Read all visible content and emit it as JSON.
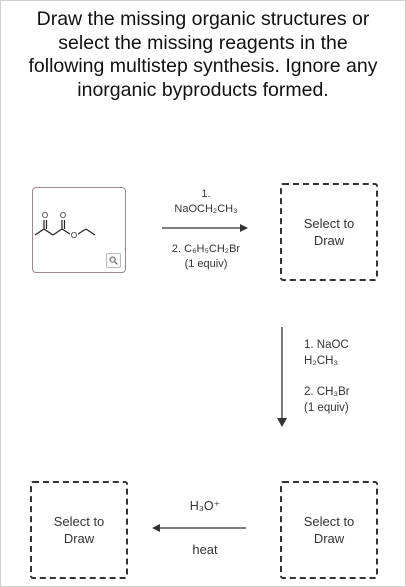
{
  "instructions": "Draw the missing organic structures or select the missing reagents in the following multistep synthesis. Ignore any inorganic byproducts formed.",
  "starting_material": {
    "atom_labels": [
      "O",
      "O",
      "O"
    ],
    "zoom_icon": "magnifier-icon"
  },
  "step1": {
    "line1": "1.",
    "line2": "NaOCH₂CH₃",
    "line3": "2. C₆H₅CH₂Br",
    "line4": "(1 equiv)"
  },
  "box1": {
    "line1": "Select to",
    "line2": "Draw"
  },
  "step2": {
    "line1": "1. NaOC",
    "line2": "H₂CH₃",
    "line3": "2. CH₃Br",
    "line4": "(1 equiv)"
  },
  "box2": {
    "line1": "Select to",
    "line2": "Draw"
  },
  "step3": {
    "reagent": "H₃O⁺",
    "condition": "heat"
  },
  "box3": {
    "line1": "Select to",
    "line2": "Draw"
  }
}
